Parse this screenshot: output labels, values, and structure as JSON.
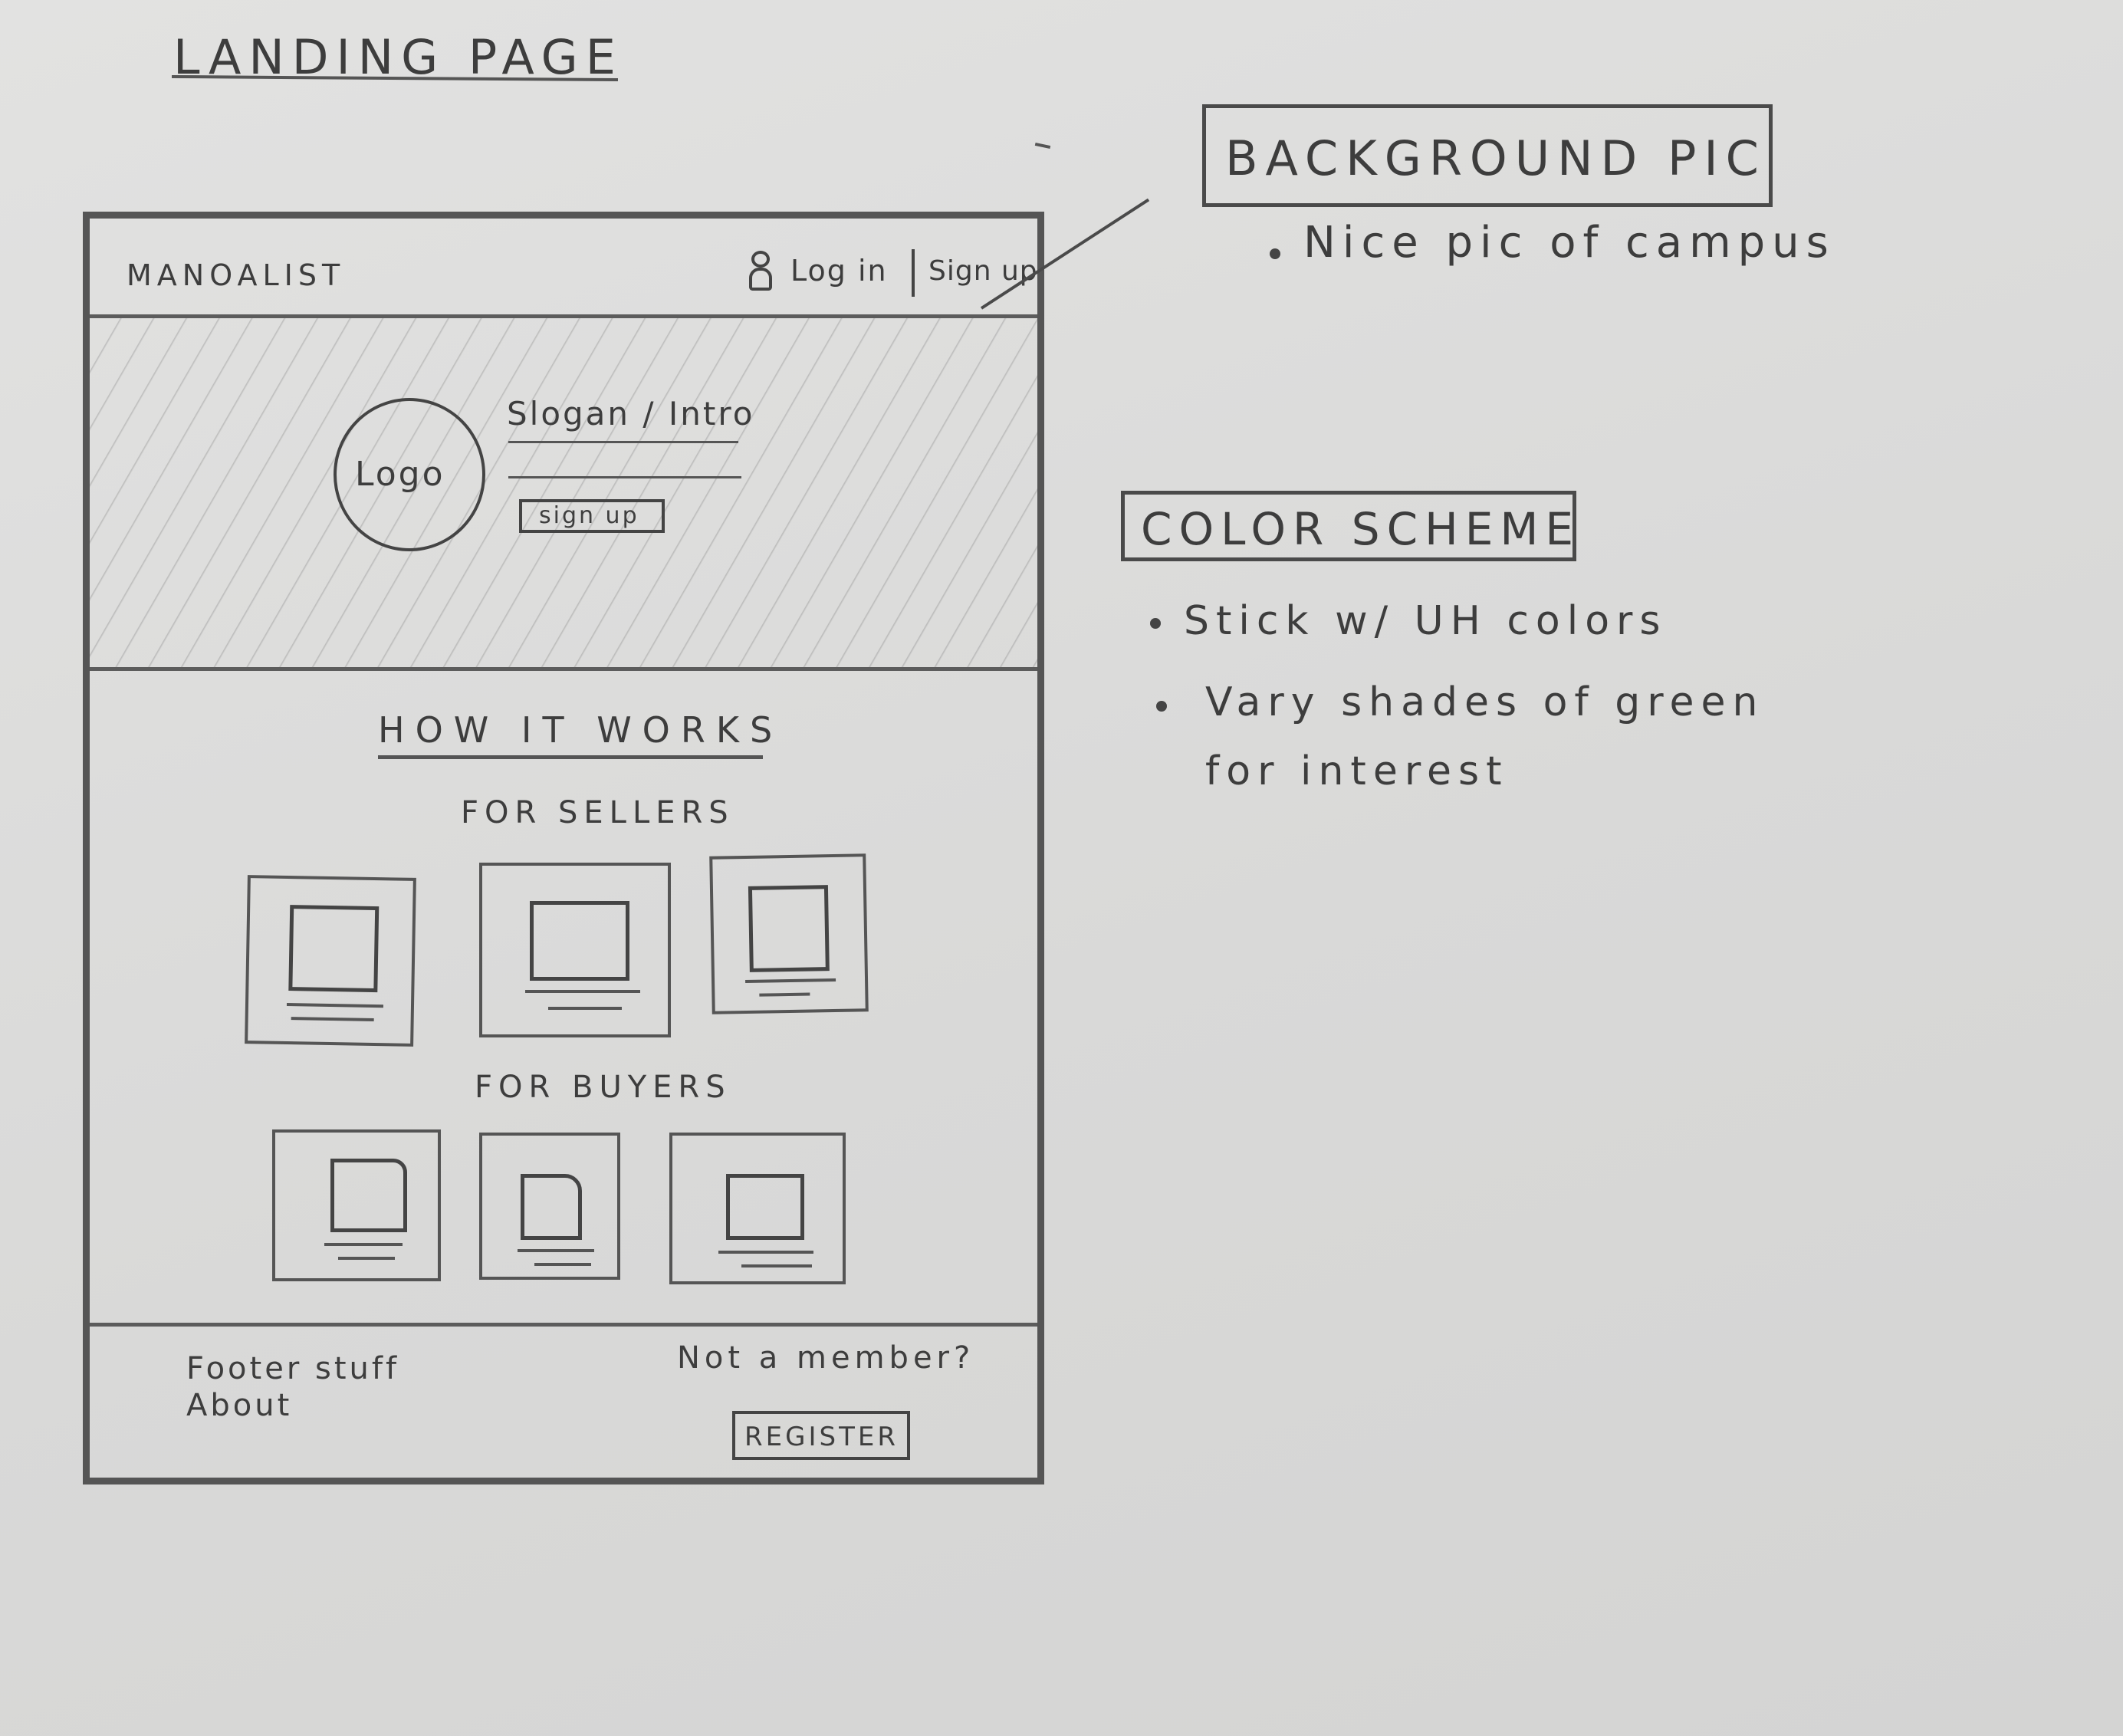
{
  "page_title": "LANDING PAGE",
  "wireframe": {
    "navbar": {
      "brand": "MANOALIST",
      "login": "Log in",
      "signup": "Sign up",
      "user_icon": "user-icon"
    },
    "hero": {
      "logo": "Logo",
      "slogan": "Slogan / Intro",
      "signup_button": "sign up"
    },
    "how_it_works": {
      "title": "HOW IT WORKS",
      "sellers_label": "FOR SELLERS",
      "buyers_label": "FOR BUYERS",
      "seller_cards": 3,
      "buyer_cards": 3
    },
    "footer": {
      "footer_stuff": "Footer stuff",
      "about": "About",
      "not_member": "Not a member?",
      "register_button": "REGISTER"
    }
  },
  "notes": {
    "background": {
      "title": "BACKGROUND PIC",
      "bullets": [
        "Nice pic of campus"
      ]
    },
    "color_scheme": {
      "title": "COLOR SCHEME",
      "bullets": [
        "Stick w/ UH colors",
        "Vary shades of green",
        "for interest"
      ]
    }
  }
}
